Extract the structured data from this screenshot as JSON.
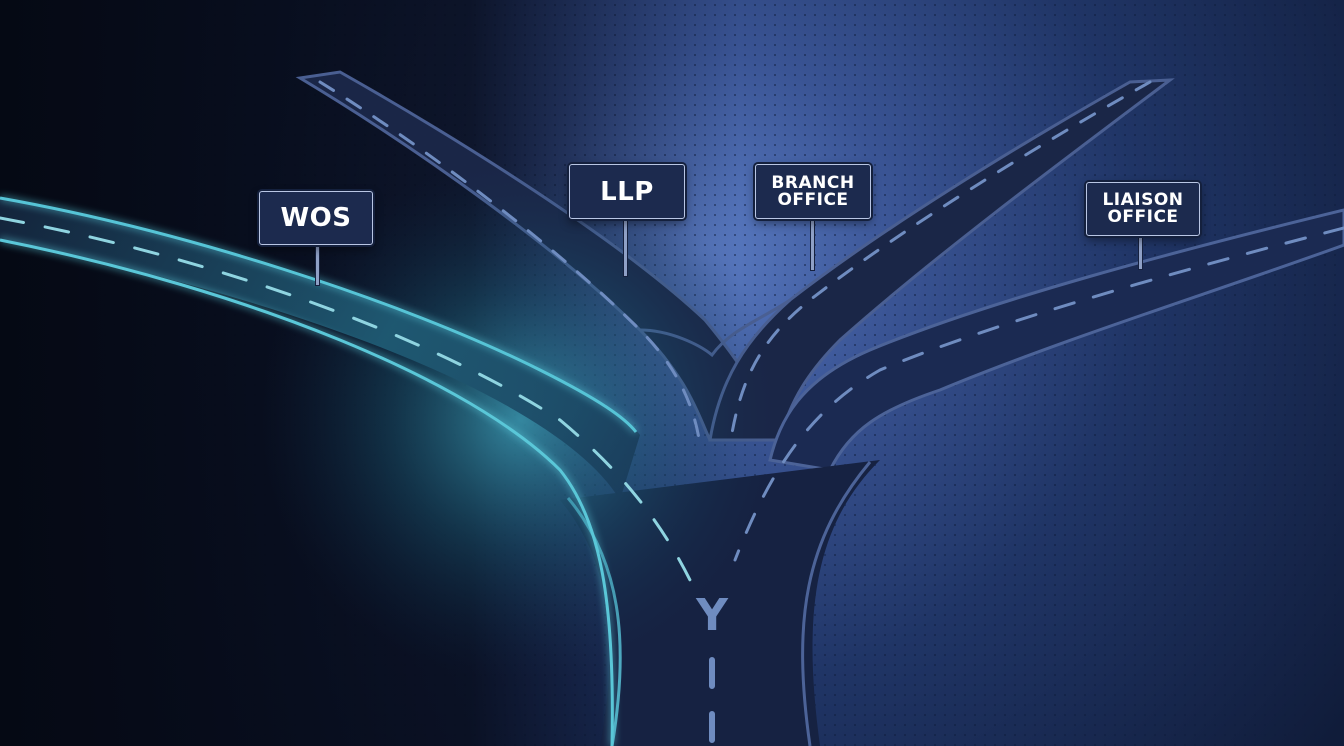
{
  "scene": {
    "description": "Road forking into four branches, each with a signpost",
    "colors": {
      "background_dark": "#070b18",
      "background_center": "#5a78c0",
      "road_fill": "#16223f",
      "road_edge": "#4c6398",
      "lane_marking": "#6f8cc0",
      "highlight_road": "#47b8cc",
      "sign_fill": "#1c2a4e",
      "sign_border": "#b9c6e4",
      "sign_text": "#ffffff"
    }
  },
  "signs": [
    {
      "id": "wos",
      "lines": [
        "WOS"
      ],
      "highlighted": true
    },
    {
      "id": "llp",
      "lines": [
        "LLP"
      ],
      "highlighted": false
    },
    {
      "id": "branch-office",
      "lines": [
        "BRANCH",
        "OFFICE"
      ],
      "highlighted": false
    },
    {
      "id": "liaison-office",
      "lines": [
        "LIAISON",
        "OFFICE"
      ],
      "highlighted": false
    }
  ],
  "road_marking": {
    "merge_symbol": "Y"
  }
}
